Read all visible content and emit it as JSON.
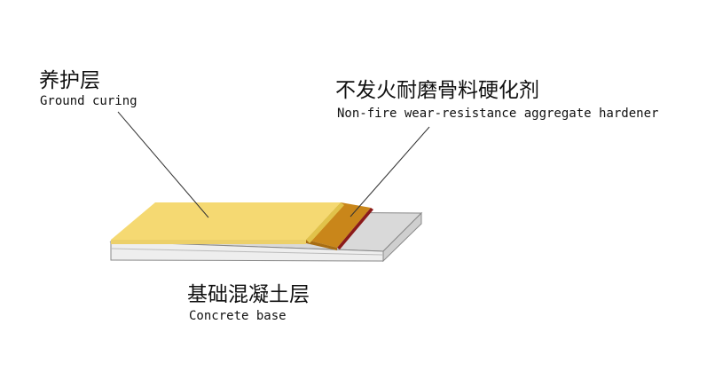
{
  "layers": [
    {
      "id": "curing",
      "label_cn": "养护层",
      "label_en": "Ground curing",
      "color": "#f5d972"
    },
    {
      "id": "hardener",
      "label_cn": "不发火耐磨骨料硬化剂",
      "label_en": "Non-fire wear-resistance aggregate hardener",
      "color": "#c9861a"
    },
    {
      "id": "base",
      "label_cn": "基础混凝土层",
      "label_en": "Concrete base",
      "color": "#d9d9d9"
    }
  ],
  "colors": {
    "leader_line": "#333333",
    "edge_red": "#8b1a1a",
    "base_front": "#eeeeee",
    "base_right": "#cfcfcf"
  }
}
